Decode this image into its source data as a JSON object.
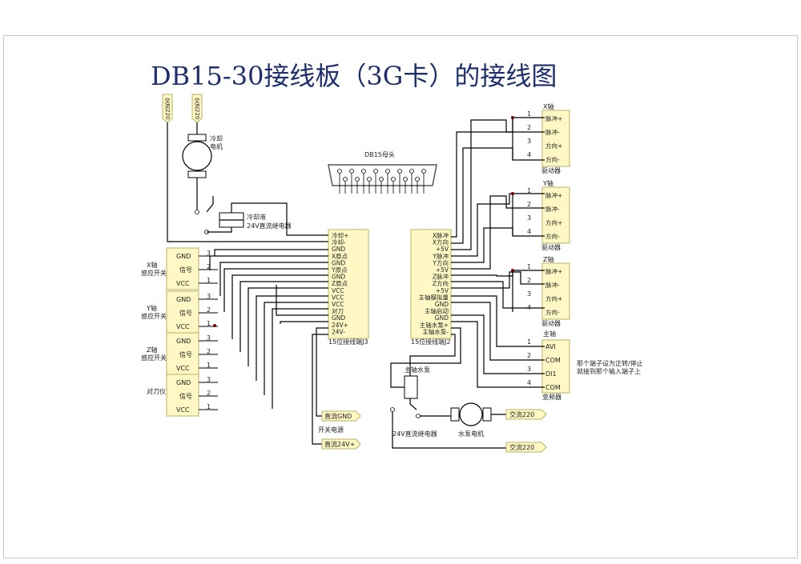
{
  "title": "DB15-30接线板（3G卡）的接线图",
  "ac_top": [
    "交流220",
    "交流220"
  ],
  "cooling_motor": "冷却\n电机",
  "coolant_relay": [
    "冷却液",
    "24V直流继电器"
  ],
  "db15_label": "DB15母头",
  "sensors": [
    {
      "name": "X轴",
      "sub": "感应开关",
      "pins": [
        "GND",
        "信号",
        "VCC"
      ],
      "nums": [
        "3",
        "2",
        "1"
      ]
    },
    {
      "name": "Y轴",
      "sub": "感应开关",
      "pins": [
        "GND",
        "信号",
        "VCC"
      ],
      "nums": [
        "3",
        "2",
        "1"
      ]
    },
    {
      "name": "Z轴",
      "sub": "感应开关",
      "pins": [
        "GND",
        "信号",
        "VCC"
      ],
      "nums": [
        "3",
        "2",
        "1"
      ]
    },
    {
      "name": "对刀仪",
      "sub": "",
      "pins": [
        "GND",
        "信号",
        "VCC"
      ],
      "nums": [
        "3",
        "2",
        "1"
      ]
    }
  ],
  "j3": {
    "pins": [
      "冷却+",
      "冷却-",
      "GND",
      "X原点",
      "GND",
      "Y原点",
      "GND",
      "Z原点",
      "VCC",
      "VCC",
      "VCC",
      "对刀",
      "GND",
      "24V+",
      "24V-"
    ],
    "label": "15位接线端J3"
  },
  "j2": {
    "pins": [
      "X脉冲",
      "X方向",
      "+5V",
      "Y脉冲",
      "Y方向",
      "+5V",
      "Z脉冲",
      "Z方向",
      "+5V",
      "主轴模拟量",
      "GND",
      "主轴启动",
      "GND",
      "主轴水泵+",
      "主轴水泵-"
    ],
    "label": "15位接线端J2"
  },
  "drivers": [
    {
      "axis": "X轴",
      "pins": [
        "脉冲+",
        "脉冲-",
        "方向+",
        "方向-"
      ],
      "nums": [
        "1",
        "2",
        "3",
        "4"
      ],
      "label": "驱动器"
    },
    {
      "axis": "Y轴",
      "pins": [
        "脉冲+",
        "脉冲-",
        "方向+",
        "方向-"
      ],
      "nums": [
        "1",
        "2",
        "3",
        "4"
      ],
      "label": "驱动器"
    },
    {
      "axis": "Z轴",
      "pins": [
        "脉冲+",
        "脉冲-",
        "方向+",
        "方向-"
      ],
      "nums": [
        "1",
        "2",
        "3",
        "4"
      ],
      "label": "驱动器"
    }
  ],
  "vfd": {
    "top": "主轴",
    "pins": [
      "AVI",
      "COM",
      "DI1",
      "COM"
    ],
    "nums": [
      "1",
      "2",
      "3",
      "4"
    ],
    "label": "变频器",
    "note": [
      "那个端子设为正转/停止",
      "就接到那个输入端子上"
    ]
  },
  "pump": {
    "box": "主轴水泵",
    "relay": "24V直流继电器",
    "motor": "水泵电机",
    "ac": [
      "交流220",
      "交流220"
    ]
  },
  "switch_power": {
    "gnd": "直流GND",
    "name": "开关电源",
    "v24": "直流24V+"
  }
}
